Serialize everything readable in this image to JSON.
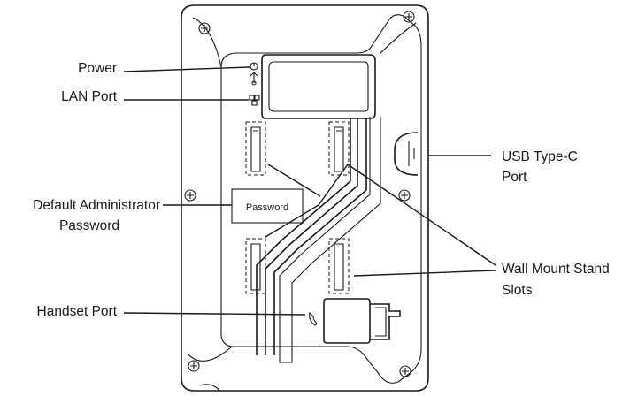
{
  "labels": {
    "power": "Power",
    "lan_port": "LAN Port",
    "default_admin_line1": "Default  Administrator",
    "default_admin_line2": "Password",
    "password_sticker": "Password",
    "handset_port": "Handset Port",
    "usb_line1": "USB Type-C",
    "usb_line2": "Port",
    "wall_mount_line1": "Wall Mount Stand",
    "wall_mount_line2": "Slots"
  },
  "icons": [
    "power-icon",
    "usb-icon",
    "lan-port-icon",
    "handset-icon",
    "screw-icon"
  ],
  "colors": {
    "line": "#1a1a1a",
    "background": "#ffffff"
  }
}
